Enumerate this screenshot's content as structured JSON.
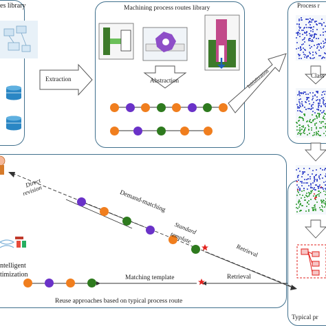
{
  "labels": {
    "library_left": "es library",
    "extraction": "Extraction",
    "library_mid": "Machining process routes library",
    "abstraction": "Abstraction",
    "initialization": "Initialization",
    "library_right": "Process r",
    "class_partial": "Class",
    "direct_revision_1": "Direct",
    "direct_revision_2": "revision",
    "demand_matching": "Demand-matching",
    "standard_template_1": "Standard",
    "standard_template_2": "template",
    "retrieval_1": "Retrieval",
    "retrieval_2": "Retrieval",
    "intelligent_1": "ntelligent",
    "intelligent_2": "timization",
    "matching_template": "Matching template",
    "typical_process": "Typical pr",
    "footer": "Reuse approaches based on typical process route"
  },
  "colors": {
    "orange": "#f07e1e",
    "purple": "#6a32c8",
    "green": "#2e7a1e",
    "red_star": "#e2221e",
    "box_border": "#3f6f8c",
    "database": "#2a86c4",
    "scatter_blue": "#2c3cc8",
    "scatter_green": "#2c9a2c",
    "scatter_red": "#d22"
  },
  "node_rows": {
    "mid_row1": [
      "orange",
      "purple",
      "orange",
      "green",
      "orange",
      "purple",
      "green",
      "orange"
    ],
    "mid_row2": [
      "orange",
      "purple",
      "green",
      "orange",
      "orange"
    ],
    "reuse_row1": [
      "purple",
      "orange",
      "green"
    ],
    "reuse_row2": [
      "purple",
      "orange",
      "green"
    ],
    "reuse_row3": [
      "orange",
      "purple",
      "orange",
      "green"
    ]
  }
}
